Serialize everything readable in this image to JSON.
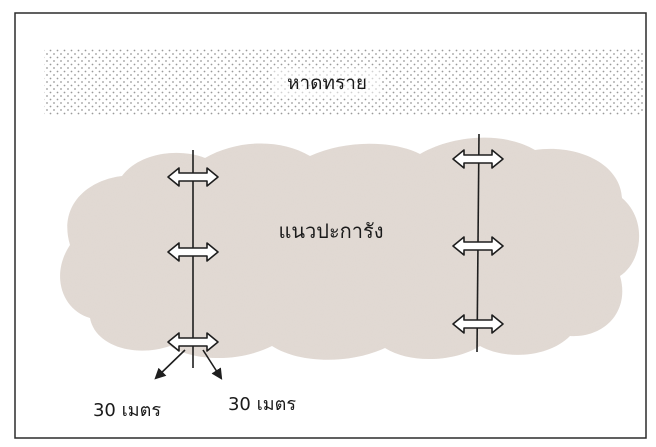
{
  "labels": {
    "beach": "หาดทราย",
    "reef": "แนวปะการัง",
    "distance_left": "30 เมตร",
    "distance_right": "30 เมตร"
  },
  "colors": {
    "frame": "#2b2b2b",
    "sand_dots": "#9a9a9a",
    "reef_fill": "#e1d9d3",
    "reef_speckle": "#c9bfb8",
    "line": "#1e1e1e",
    "arrow_fill": "#ffffff",
    "text": "#1a1a1a"
  }
}
